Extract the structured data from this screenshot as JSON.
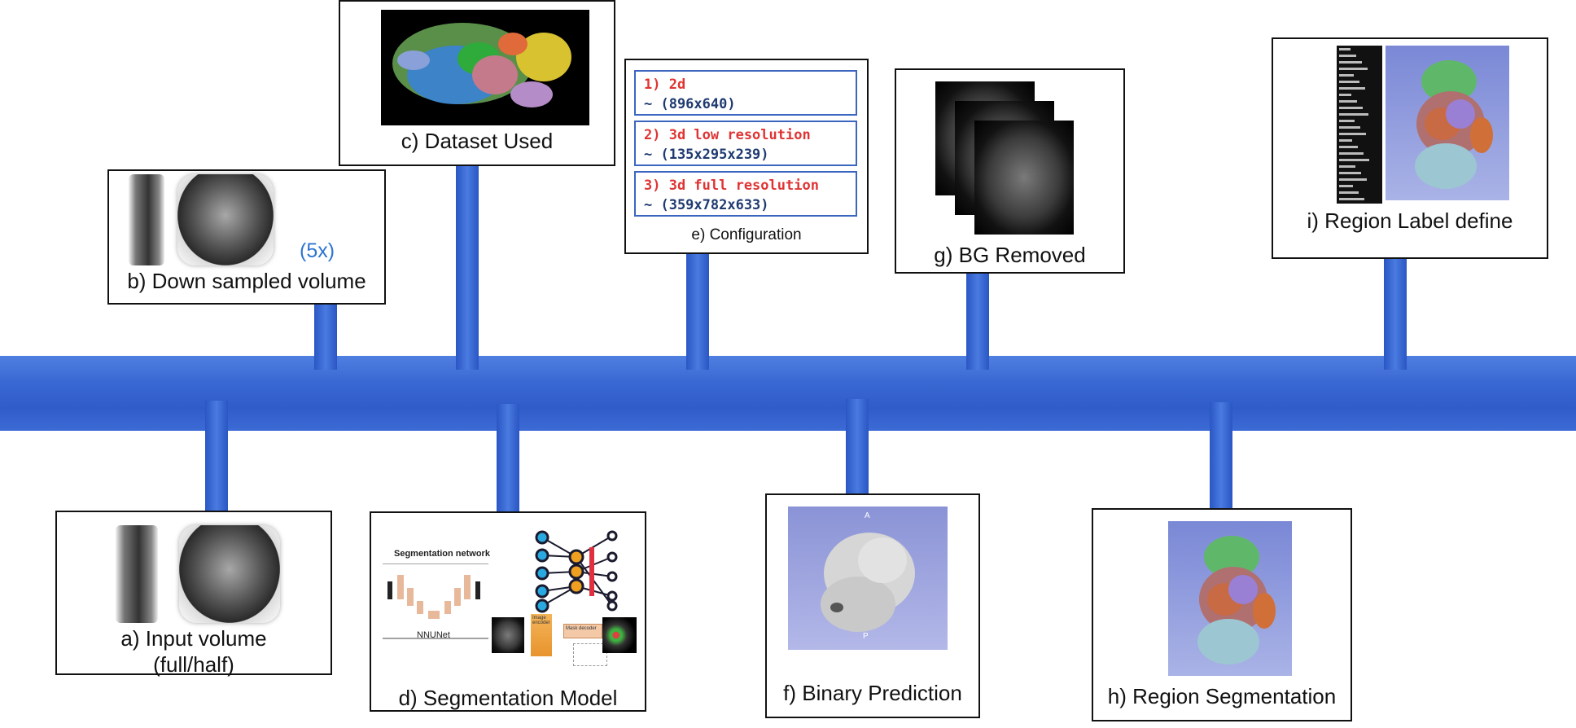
{
  "stages": {
    "a": {
      "caption_line1": "a) Input volume",
      "caption_line2": "(full/half)"
    },
    "b": {
      "caption": "b) Down sampled volume",
      "factor": "(5x)"
    },
    "c": {
      "caption": "c) Dataset Used"
    },
    "d": {
      "caption": "d) Segmentation Model",
      "network_title": "Segmentation network",
      "network_name": "NNUNet",
      "block_labels": [
        "Image encoder",
        "Mask decoder"
      ]
    },
    "e": {
      "caption": "e) Configuration",
      "items": [
        {
          "name": "1) 2d",
          "size": "~ (896x640)"
        },
        {
          "name": "2) 3d low resolution",
          "size": "~ (135x295x239)"
        },
        {
          "name": "3) 3d full resolution",
          "size": "~ (359x782x633)"
        }
      ]
    },
    "f": {
      "caption": "f) Binary Prediction",
      "top_marker": "A",
      "bottom_marker": "P"
    },
    "g": {
      "caption": "g) BG Removed"
    },
    "h": {
      "caption": "h) Region Segmentation"
    },
    "i": {
      "caption": "i) Region Label define"
    }
  },
  "colors": {
    "timeline": "#3a68d3",
    "factor_text": "#2e75d0",
    "config_name": "#e03434",
    "config_size": "#1f3a70",
    "config_border": "#3a66c0"
  }
}
